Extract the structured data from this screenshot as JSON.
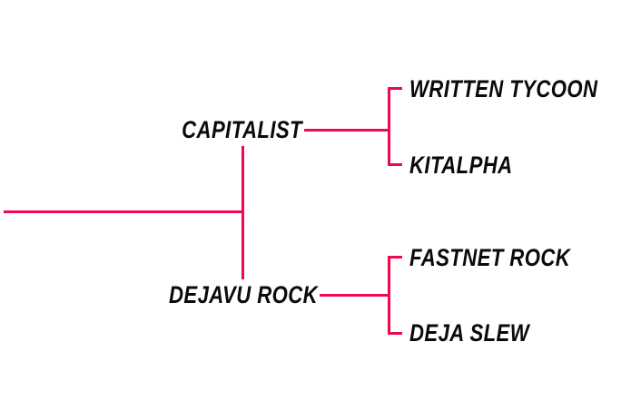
{
  "pedigree": {
    "color_line": "#f0084f",
    "color_text": "#0a0a0a",
    "sire": {
      "name": "CAPITALIST",
      "sire": "WRITTEN TYCOON",
      "dam": "KITALPHA"
    },
    "dam": {
      "name": "DEJAVU ROCK",
      "sire": "FASTNET ROCK",
      "dam": "DEJA SLEW"
    }
  }
}
